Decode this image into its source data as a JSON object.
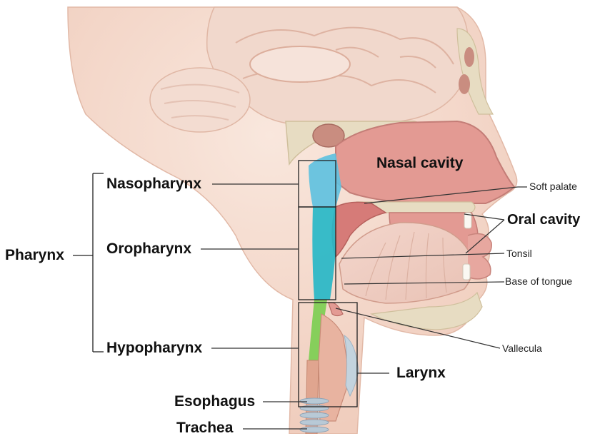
{
  "labels": {
    "pharynx": "Pharynx",
    "nasopharynx": "Nasopharynx",
    "oropharynx": "Oropharynx",
    "hypopharynx": "Hypopharynx",
    "esophagus": "Esophagus",
    "trachea": "Trachea",
    "nasal_cavity": "Nasal cavity",
    "soft_palate": "Soft palate",
    "oral_cavity": "Oral cavity",
    "tonsil": "Tonsil",
    "base_of_tongue": "Base of tongue",
    "vallecula": "Vallecula",
    "larynx": "Larynx"
  },
  "colors": {
    "skin": "#f6dfd3",
    "brain": "#efd3c6",
    "bone": "#e8dcc0",
    "nasal_cavity": "#e39a93",
    "mucosa": "#d9827c",
    "nasopharynx_region": "#5fc1df",
    "oropharynx_region": "#27b7c7",
    "hypopharynx_region": "#7fcf55",
    "trachea_rings": "#b8c9d6"
  }
}
